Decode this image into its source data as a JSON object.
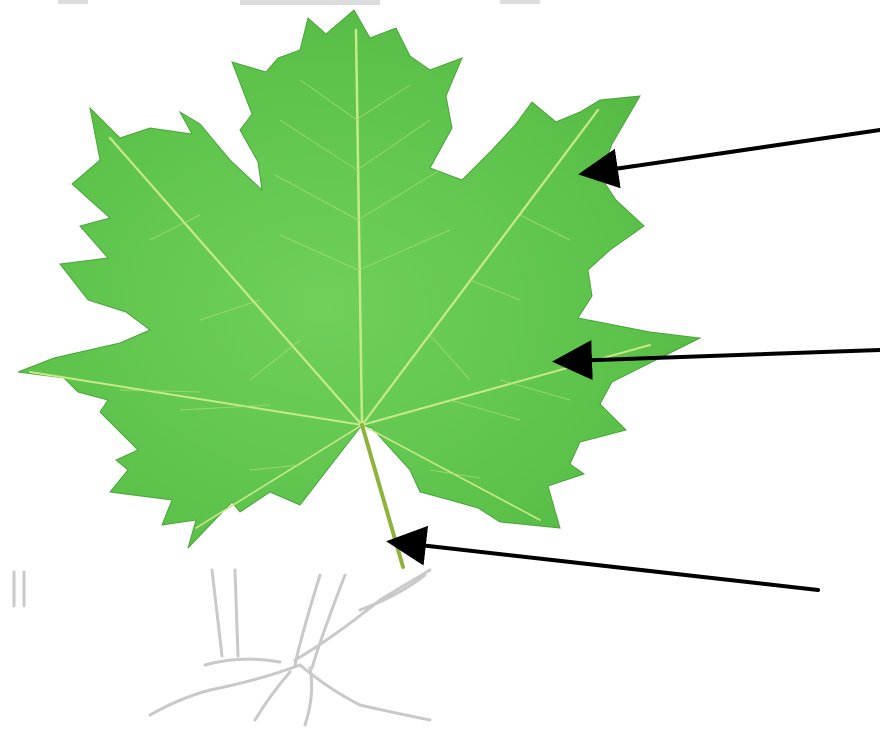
{
  "figure": {
    "type": "labeled-diagram",
    "subject_icon": "maple-leaf-icon",
    "background_icon": "root-sketch-icon",
    "colors": {
      "leaf_light": "#7ED957",
      "leaf_mid": "#5CC24A",
      "leaf_dark": "#3E9F3A",
      "vein": "#C8E98A",
      "petiole": "#8DB33A",
      "arrow": "#000000",
      "sketch": "#BDBDBD",
      "background": "#FFFFFF"
    },
    "pointers": [
      {
        "id": "arrow-upper-lobe",
        "target": "upper-right-lobe"
      },
      {
        "id": "arrow-middle-lobe",
        "target": "middle-right-lobe"
      },
      {
        "id": "arrow-petiole",
        "target": "petiole"
      }
    ]
  }
}
